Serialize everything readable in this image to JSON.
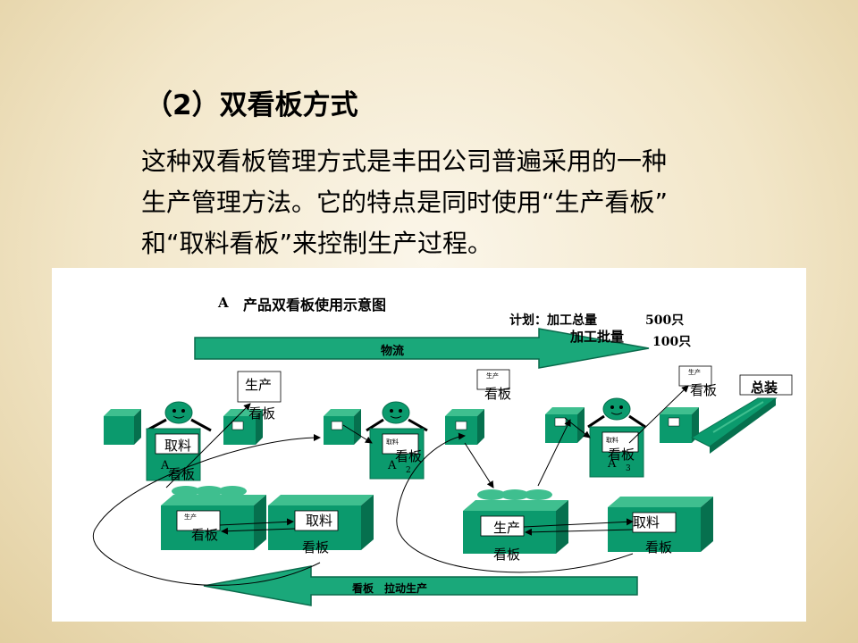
{
  "title": "（2）双看板方式",
  "paragraph": [
    "这种双看板管理方式是丰田公司普遍采用的一种",
    "生产管理方法。它的特点是同时使用“生产看板”",
    "和“取料看板”来控制生产过程。"
  ],
  "diagram": {
    "heading_a": "A",
    "heading": "产品双看板使用示意图",
    "plan_line1": "计划：加工总量",
    "plan_total": "500只",
    "plan_line2": "加工批量",
    "plan_batch": "100只",
    "flow_label": "物流",
    "pull_label": "看板　拉动生产",
    "assembly": "总装",
    "production_kanban": "生产",
    "withdrawal_kanban": "取料",
    "kanban": "看板",
    "station_a": "A",
    "sub_2": "2",
    "sub_3": "3",
    "colors": {
      "box": "#0b9a6d",
      "box_dark": "#06704e",
      "box_light": "#3fbf8f",
      "arrow": "#1aa87a"
    }
  }
}
